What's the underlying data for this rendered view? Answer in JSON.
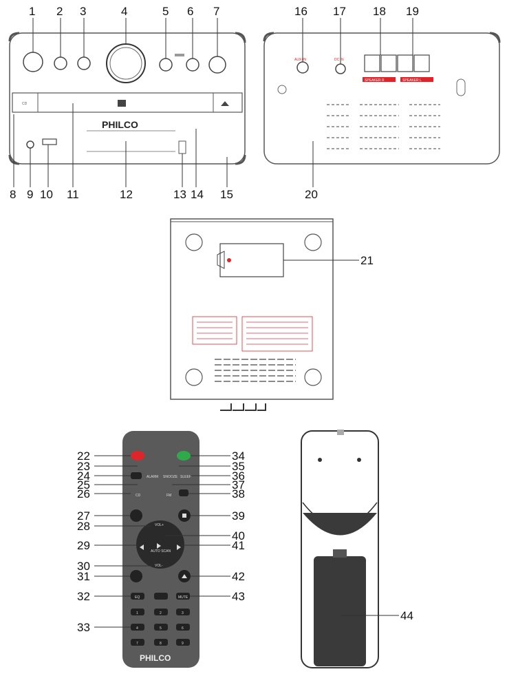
{
  "brand": "PHILCO",
  "unit_labels": {
    "front_cd": "CD",
    "rear_aux": "AUX-IN",
    "rear_dc": "DC IN",
    "speaker_r": "SPEAKER R",
    "speaker_l": "SPEAKER L"
  },
  "callouts": {
    "n1": "1",
    "n2": "2",
    "n3": "3",
    "n4": "4",
    "n5": "5",
    "n6": "6",
    "n7": "7",
    "n8": "8",
    "n9": "9",
    "n10": "10",
    "n11": "11",
    "n12": "12",
    "n13": "13",
    "n14": "14",
    "n15": "15",
    "n16": "16",
    "n17": "17",
    "n18": "18",
    "n19": "19",
    "n20": "20",
    "n21": "21",
    "n22": "22",
    "n23": "23",
    "n24": "24",
    "n25": "25",
    "n26": "26",
    "n27": "27",
    "n28": "28",
    "n29": "29",
    "n30": "30",
    "n31": "31",
    "n32": "32",
    "n33": "33",
    "n34": "34",
    "n35": "35",
    "n36": "36",
    "n37": "37",
    "n38": "38",
    "n39": "39",
    "n40": "40",
    "n41": "41",
    "n42": "42",
    "n43": "43",
    "n44": "44"
  },
  "remote_labels": {
    "alarm": "ALARM",
    "snooze": "SNOOZE",
    "sleep": "SLEEP",
    "cd": "CD",
    "fm": "FM",
    "eq": "EQ",
    "mute": "MUTE",
    "auto_scan": "AUTO SCAN",
    "vol_plus": "VOL+",
    "vol_minus": "VOL-",
    "digits": [
      "1",
      "2",
      "3",
      "4",
      "5",
      "6",
      "7",
      "8",
      "9"
    ]
  },
  "colors": {
    "power_button": "#e0252a",
    "source_button": "#2eaa4a",
    "warning_red": "#e0252a",
    "remote_body": "#5a5a5a"
  }
}
